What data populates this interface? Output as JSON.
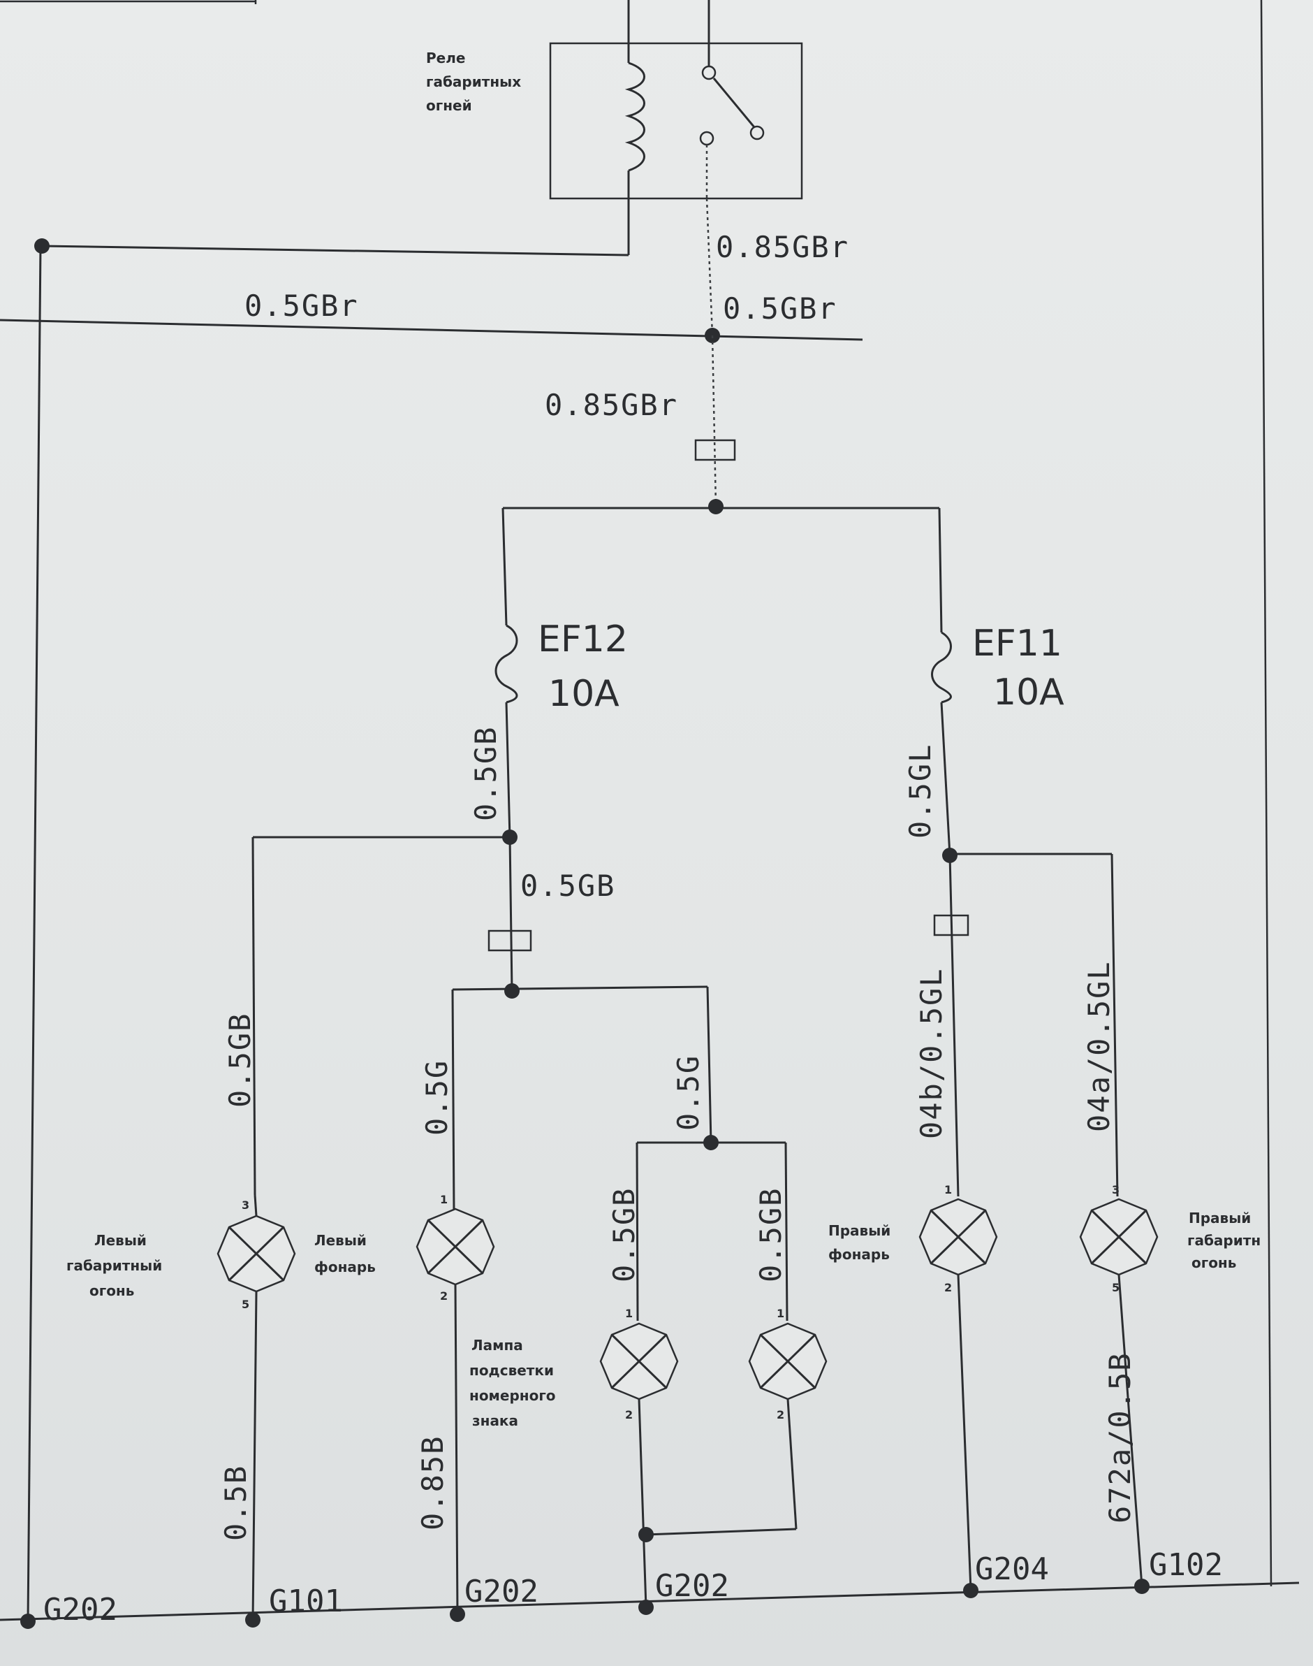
{
  "relay": {
    "name_lines": [
      "Реле",
      "габаритных",
      "огней"
    ]
  },
  "wires": {
    "w_085gbr_top": "0.85GBr",
    "w_05gbr_left": "0.5GBr",
    "w_05gbr_right": "0.5GBr",
    "w_085gbr_mid": "0.85GBr",
    "w_05gb_ef12": "0.5GB",
    "w_05gl_ef11": "0.5GL",
    "w_05gb_center": "0.5GB",
    "w_05gb_left_lamp": "0.5GB",
    "w_05g_tail": "0.5G",
    "w_05g_plate": "0.5G",
    "w_05gb_plate1": "0.5GB",
    "w_05gb_plate2": "0.5GB",
    "w_04b": "04b/0.5GL",
    "w_04a": "04a/0.5GL",
    "w_05b": "0.5B",
    "w_085b": "0.85B",
    "w_672a": "672a/0.5B"
  },
  "fuses": {
    "ef12": {
      "name": "EF12",
      "rating": "10A"
    },
    "ef11": {
      "name": "EF11",
      "rating": "10A"
    }
  },
  "lamps": {
    "left_side": {
      "name_lines": [
        "Левый",
        "габаритный",
        "огонь"
      ],
      "pin_top": "3",
      "pin_bottom": "5"
    },
    "left_tail": {
      "name_lines": [
        "Левый",
        "фонарь"
      ],
      "pin_top": "1",
      "pin_bottom": "2"
    },
    "plate_label": {
      "name_lines": [
        "Лампа",
        "подсветки",
        "номерного",
        "знака"
      ]
    },
    "plate_1": {
      "pin_top": "1",
      "pin_bottom": "2"
    },
    "plate_2": {
      "pin_top": "1",
      "pin_bottom": "2"
    },
    "right_tail": {
      "name_lines": [
        "Правый",
        "фонарь"
      ],
      "pin_top": "1",
      "pin_bottom": "2"
    },
    "right_side": {
      "name_lines": [
        "Правый",
        "габаритн",
        "огонь"
      ],
      "pin_top": "3",
      "pin_bottom": "5"
    }
  },
  "grounds": {
    "g202_a": "G202",
    "g101": "G101",
    "g202_b": "G202",
    "g202_c": "G202",
    "g204": "G204",
    "g102": "G102"
  }
}
